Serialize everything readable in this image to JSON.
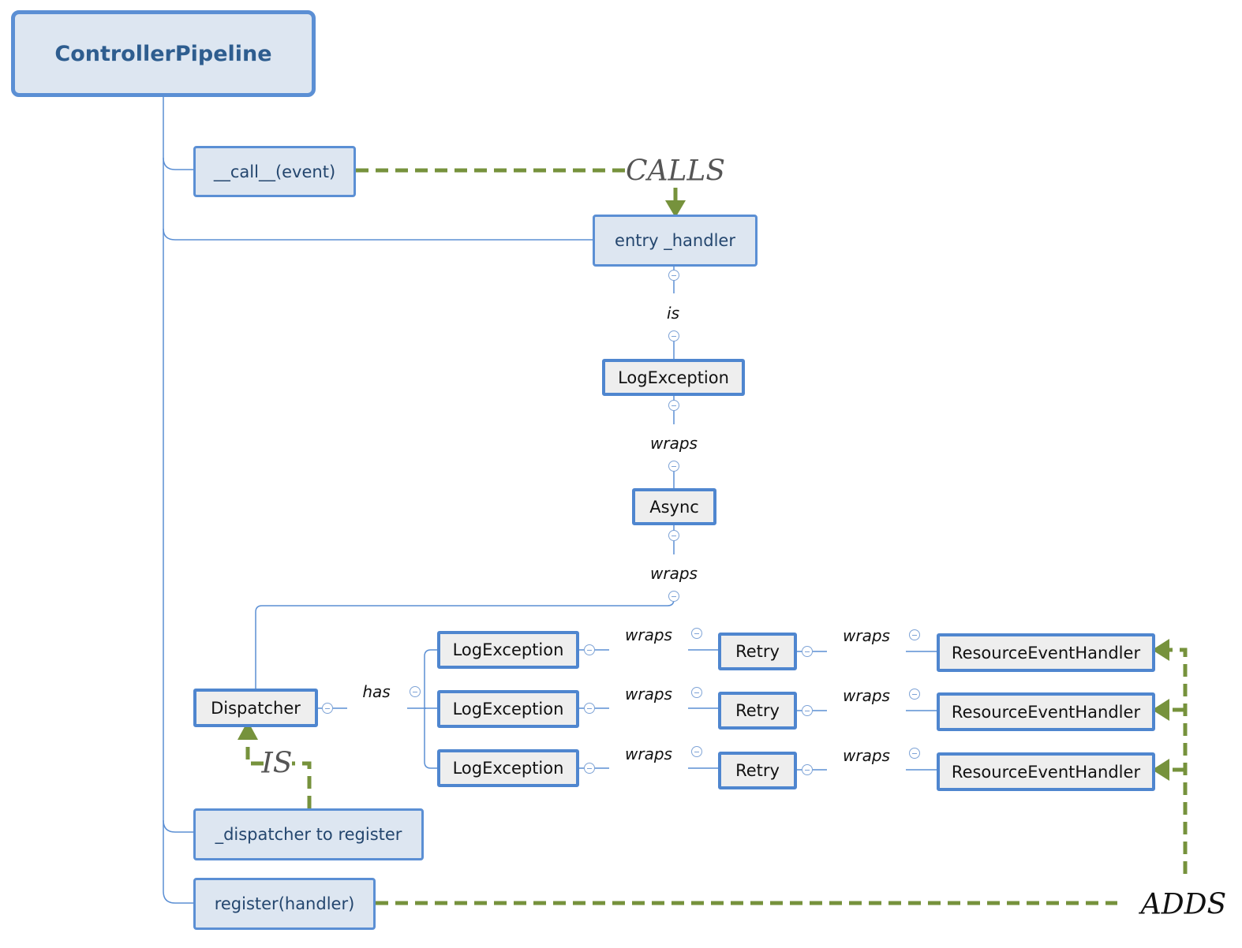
{
  "root": {
    "label": "ControllerPipeline"
  },
  "members": {
    "call": "__call__(event)",
    "entry_handler": "entry _handler",
    "dispatcher_to_register": "_dispatcher to register",
    "register": "register(handler)"
  },
  "chain": {
    "log_exception": "LogException",
    "async": "Async",
    "dispatcher": "Dispatcher"
  },
  "relations": {
    "is": "is",
    "wraps": "wraps",
    "has": "has"
  },
  "branches": [
    {
      "log_exception": "LogException",
      "wraps_1": "wraps",
      "retry": "Retry",
      "wraps_2": "wraps",
      "handler": "ResourceEventHandler"
    },
    {
      "log_exception": "LogException",
      "wraps_1": "wraps",
      "retry": "Retry",
      "wraps_2": "wraps",
      "handler": "ResourceEventHandler"
    },
    {
      "log_exception": "LogException",
      "wraps_1": "wraps",
      "retry": "Retry",
      "wraps_2": "wraps",
      "handler": "ResourceEventHandler"
    }
  ],
  "annotations": {
    "calls": "CALLS",
    "is": "IS",
    "adds": "ADDS"
  },
  "colors": {
    "tree_line": "#5b8fd4",
    "annotation_arrow": "#76923c",
    "member_fill": "#dde6f1",
    "class_fill": "#eeeeee"
  }
}
